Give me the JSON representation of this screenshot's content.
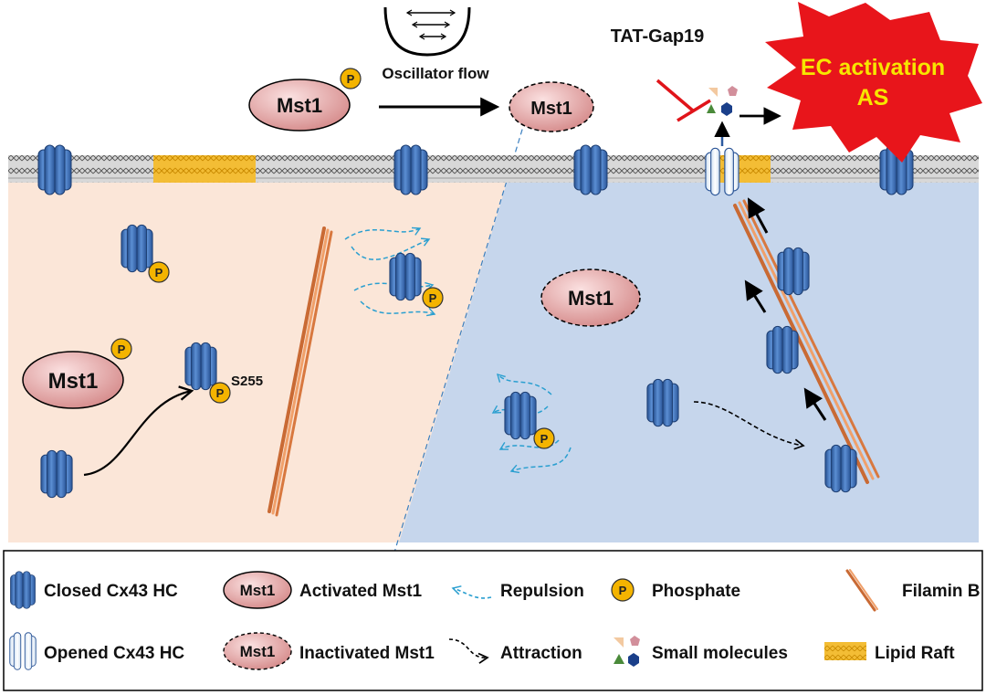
{
  "top": {
    "oscillator_label": "Oscillator flow",
    "drug_label": "TAT-Gap19",
    "outcome_line1": "EC activation",
    "outcome_line2": "AS"
  },
  "molecules": {
    "mst1": "Mst1",
    "phosphate": "P",
    "site": "S255"
  },
  "legend": {
    "closed_hc": "Closed Cx43 HC",
    "opened_hc": "Opened Cx43 HC",
    "activated_mst1": "Activated Mst1",
    "inactivated_mst1": "Inactivated Mst1",
    "repulsion": "Repulsion",
    "attraction": "Attraction",
    "phosphate": "Phosphate",
    "small_molecules": "Small molecules",
    "filamin_b": "Filamin B",
    "lipid_raft": "Lipid Raft"
  },
  "colors": {
    "left_region": "#fbe6d8",
    "right_region": "#c6d6ec",
    "channel_blue": "#3e6fb6",
    "mst1_fill": "#e5a5a5",
    "phosphate_fill": "#f4b400",
    "filament": "#e88d55",
    "lipid_raft": "#f0b429",
    "burst_red": "#e8151b",
    "burst_text": "#f7e600",
    "repulsion_blue": "#2a9fd0"
  }
}
